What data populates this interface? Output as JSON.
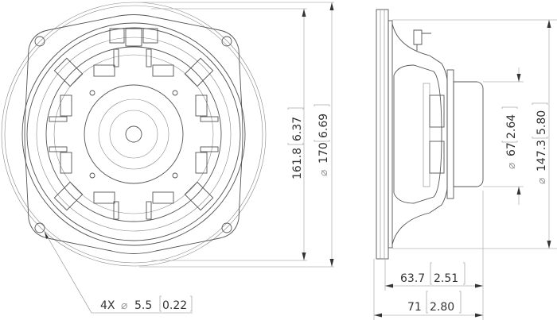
{
  "front_view": {
    "height_dim": {
      "mm": "161.8",
      "inch": "6.37"
    },
    "diameter_dim": {
      "symbol": "⌀",
      "mm": "170",
      "inch": "6.69"
    },
    "hole_dim": {
      "count": "4X",
      "symbol": "⌀",
      "mm": "5.5",
      "inch": "0.22"
    }
  },
  "side_view": {
    "magnet_dim": {
      "symbol": "⌀",
      "mm": "67",
      "inch": "2.64"
    },
    "cutout_dim": {
      "symbol": "⌀",
      "mm": "147.3",
      "inch": "5.80"
    },
    "depth_dim": {
      "mm": "63.7",
      "inch": "2.51"
    },
    "total_depth_dim": {
      "mm": "71",
      "inch": "2.80"
    }
  },
  "colors": {
    "line": "#555555",
    "dimension": "#b5b5b5",
    "text": "#333333"
  }
}
